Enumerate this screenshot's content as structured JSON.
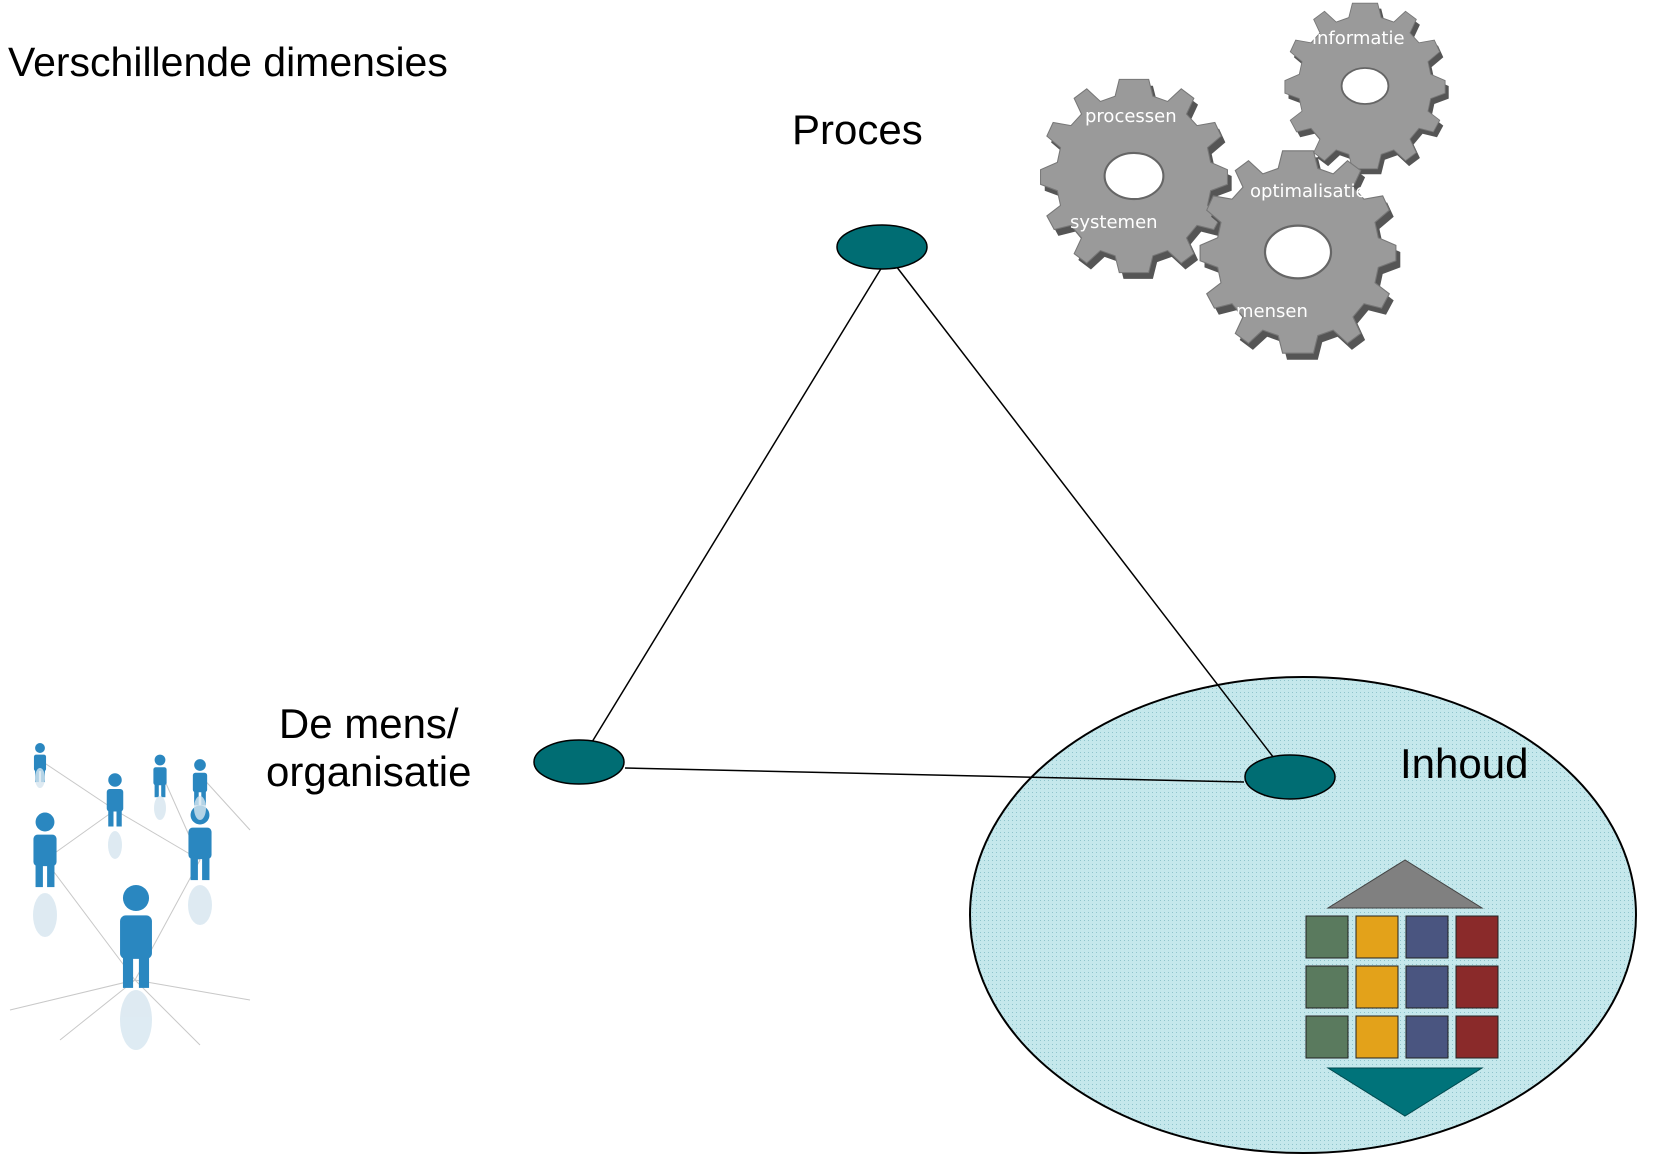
{
  "title": "Verschillende dimensies",
  "nodes": {
    "proces": "Proces",
    "mens_line1": "De mens/",
    "mens_line2": "organisatie",
    "inhoud": "Inhoud"
  },
  "gears": {
    "processen": "processen",
    "systemen": "systemen",
    "informatie": "informatie",
    "optimalisatie": "optimalisatie",
    "mensen": "mensen"
  },
  "colors": {
    "node_fill": "#006d73",
    "inhoud_fill": "#c5e8ec",
    "gear_gray": "#9a9a9a",
    "people_blue": "#2a87c0",
    "grid_green": "#5a7a5e",
    "grid_orange": "#e3a21a",
    "grid_blue": "#4a5580",
    "grid_red": "#8a2a2a"
  },
  "icons": {
    "gears": "gears-illustration",
    "people": "people-network-illustration",
    "content": "content-grid-icon"
  }
}
